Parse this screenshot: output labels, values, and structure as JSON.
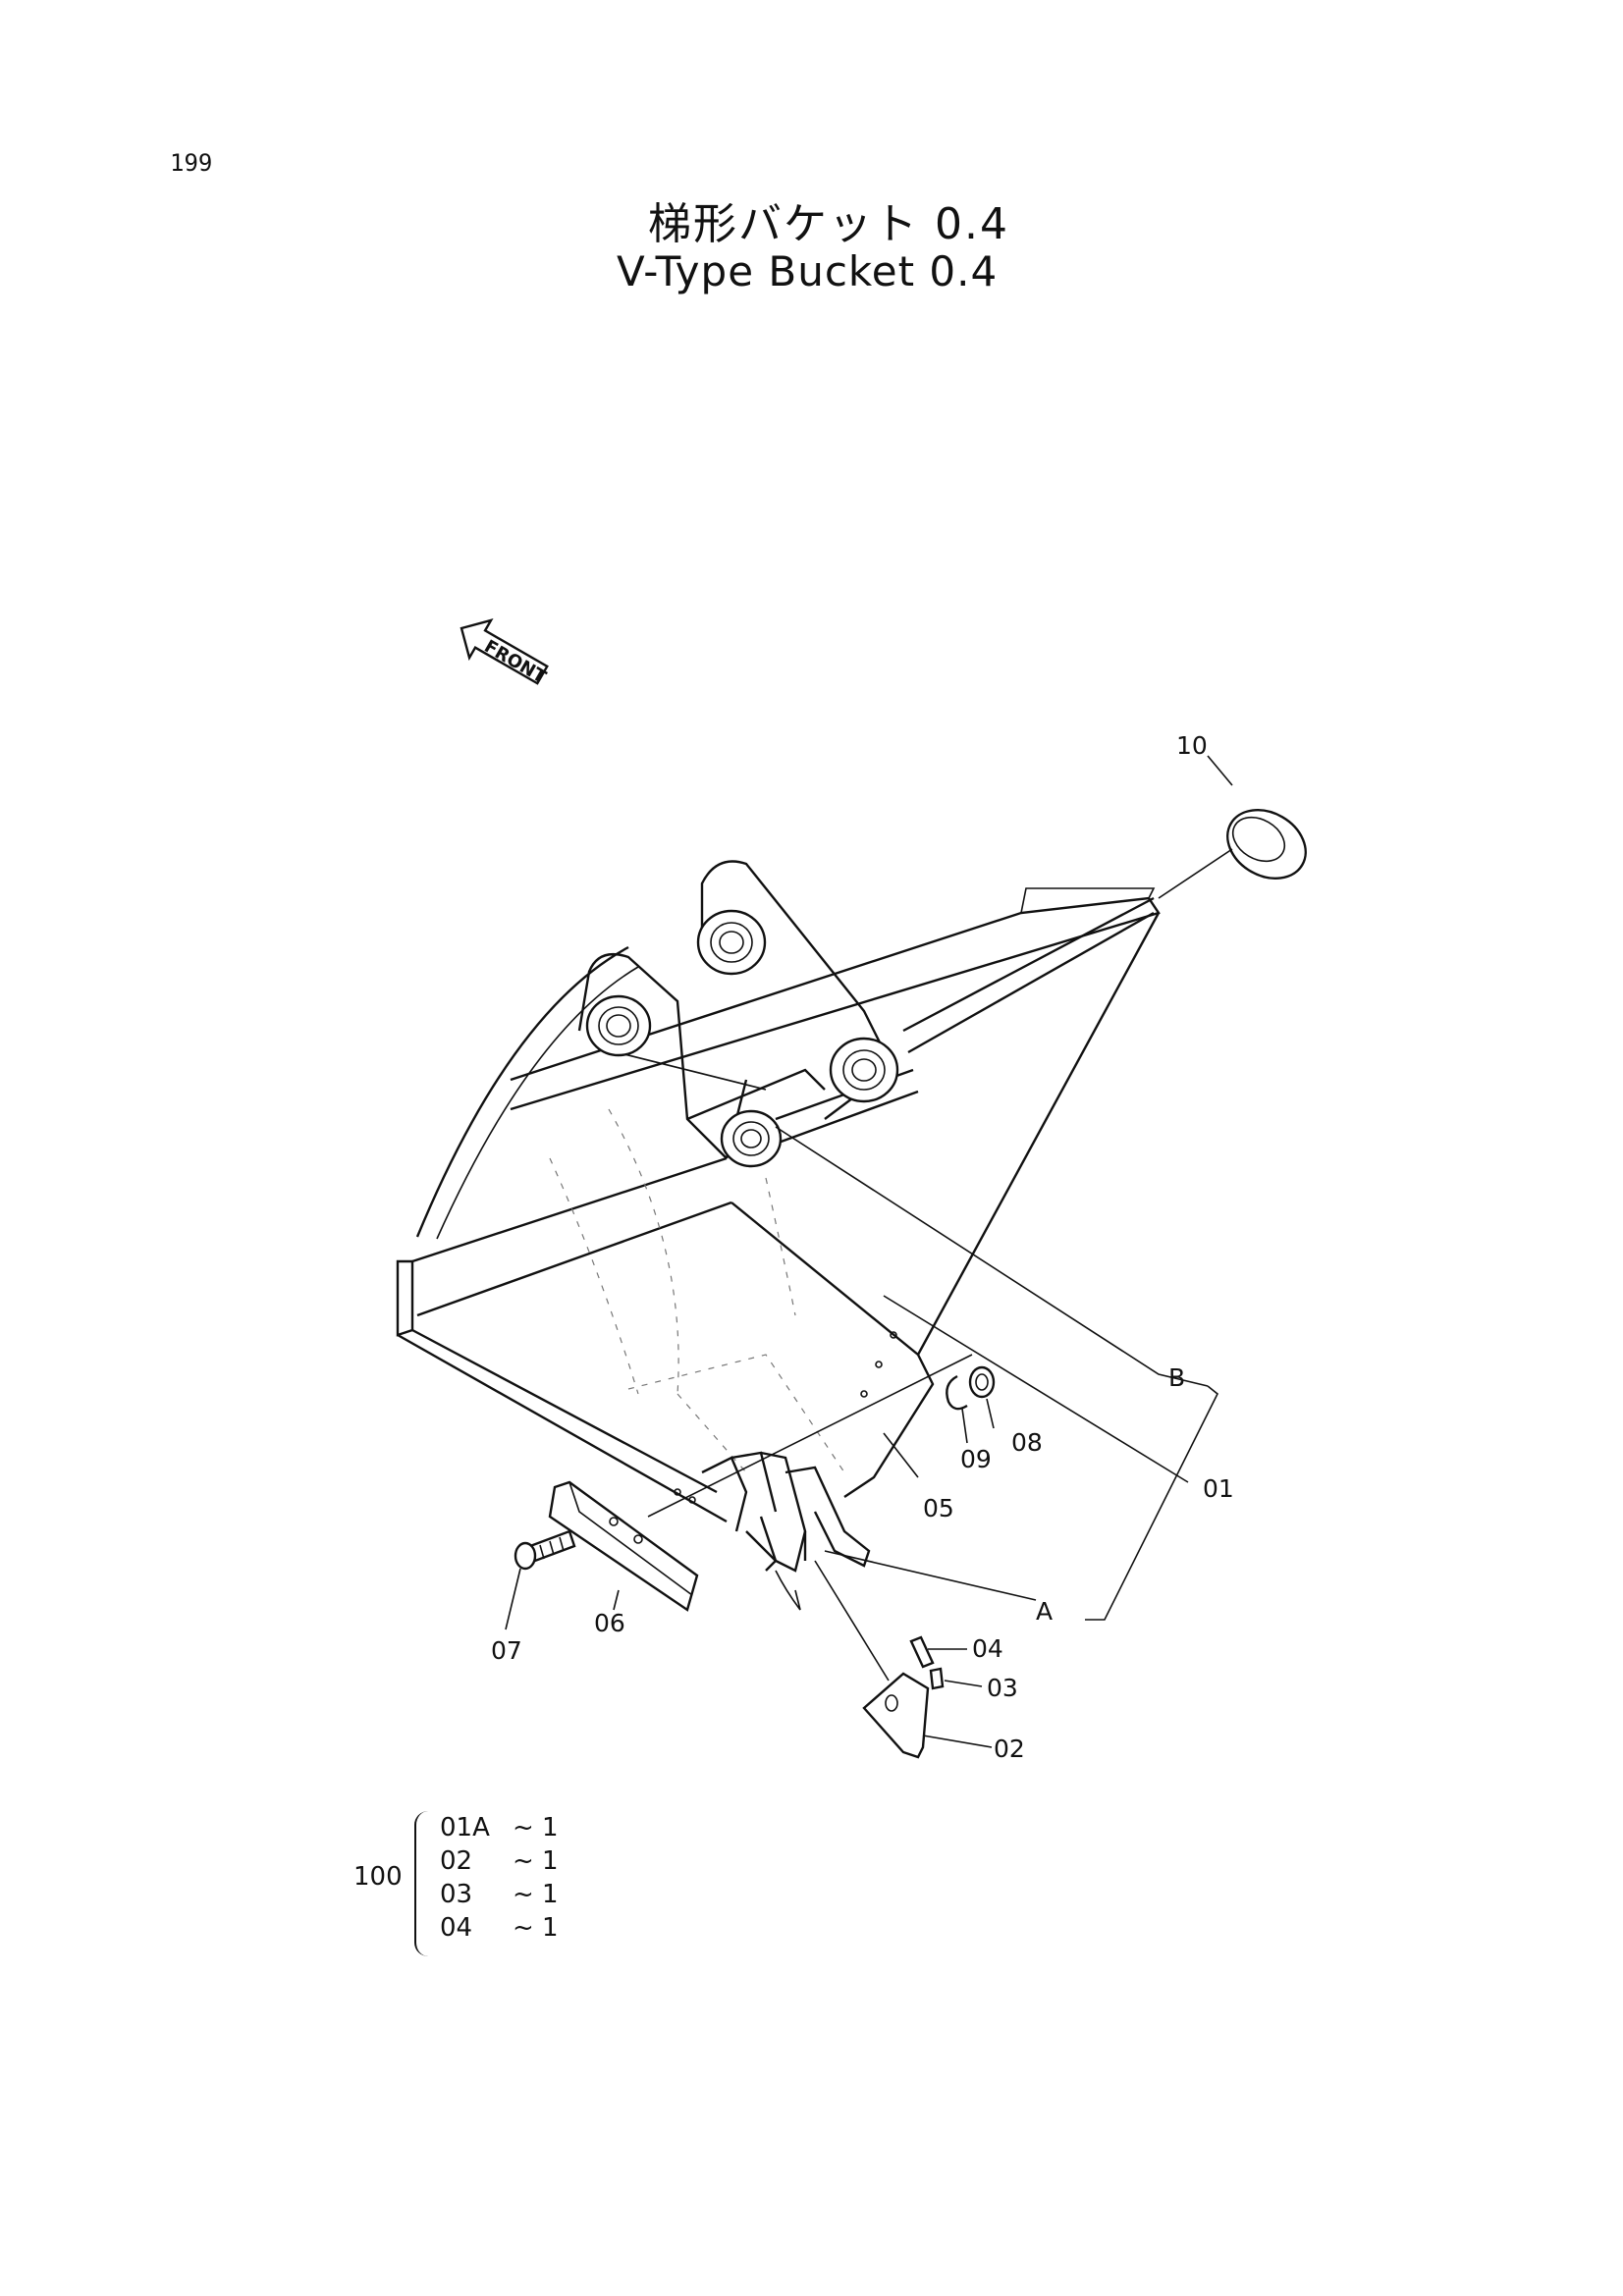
{
  "page": {
    "number": "199",
    "title_jp": "梯形バケット 0.4",
    "title_en": "V-Type Bucket 0.4"
  },
  "front_arrow": {
    "label": "FRONT"
  },
  "callouts": [
    {
      "id": "10",
      "text": "10"
    },
    {
      "id": "B",
      "text": "B"
    },
    {
      "id": "09",
      "text": "09"
    },
    {
      "id": "08",
      "text": "08"
    },
    {
      "id": "05",
      "text": "05"
    },
    {
      "id": "01",
      "text": "01"
    },
    {
      "id": "06",
      "text": "06"
    },
    {
      "id": "07",
      "text": "07"
    },
    {
      "id": "A",
      "text": "A"
    },
    {
      "id": "04",
      "text": "04"
    },
    {
      "id": "03",
      "text": "03"
    },
    {
      "id": "02",
      "text": "02"
    }
  ],
  "kit": {
    "number": "100",
    "rows": [
      {
        "part": "01A",
        "tilde": "~",
        "qty": "1"
      },
      {
        "part": "02",
        "tilde": "~",
        "qty": "1"
      },
      {
        "part": "03",
        "tilde": "~",
        "qty": "1"
      },
      {
        "part": "04",
        "tilde": "~",
        "qty": "1"
      }
    ]
  }
}
